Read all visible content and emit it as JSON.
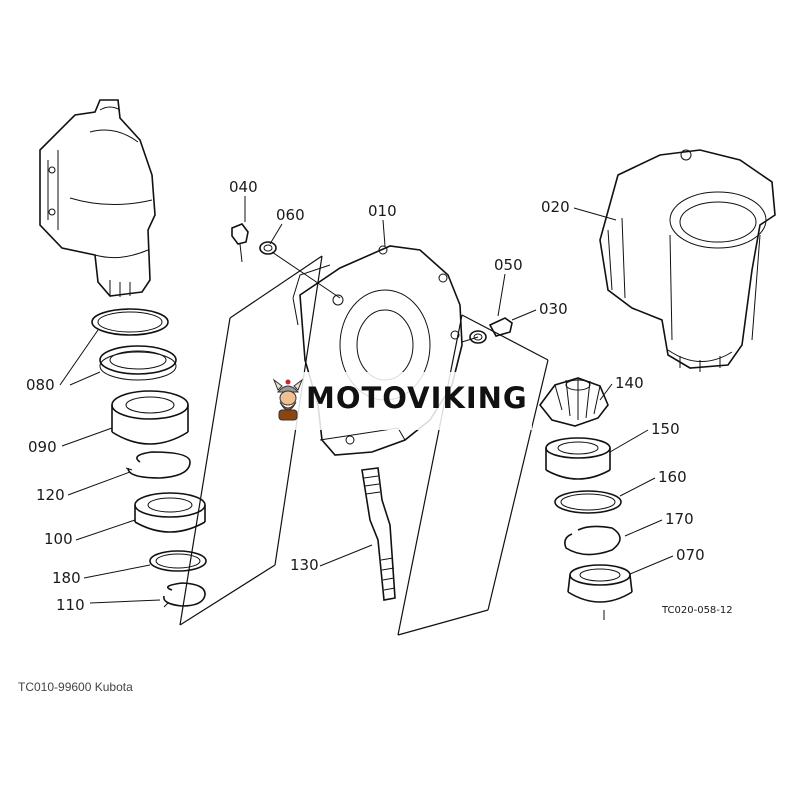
{
  "callouts": {
    "c010": "010",
    "c020": "020",
    "c030": "030",
    "c040": "040",
    "c050": "050",
    "c060": "060",
    "c070": "070",
    "c080": "080",
    "c090": "090",
    "c100": "100",
    "c110": "110",
    "c120": "120",
    "c130": "130",
    "c140": "140",
    "c150": "150",
    "c160": "160",
    "c170": "170",
    "c180": "180"
  },
  "drawing_code": "TC020-058-12",
  "watermark": {
    "brand": "MOTOVIKING",
    "logo": "viking-mascot"
  },
  "caption": "TC010-99600 Kubota"
}
